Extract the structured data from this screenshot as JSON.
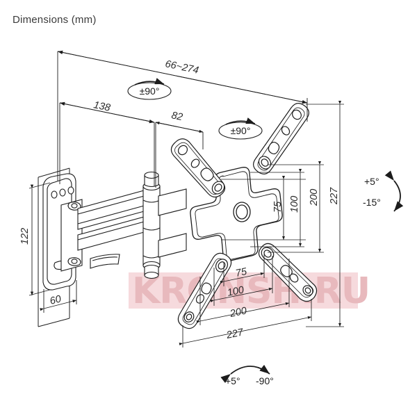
{
  "page": {
    "title": "Dimensions (mm)",
    "background_color": "#ffffff",
    "line_color": "#1c1c1c",
    "text_color": "#2b2b2b",
    "watermark_color": "#e8b9bd",
    "watermark_band_color": "#f6dadd"
  },
  "watermark": {
    "text": "KRONSH.RU"
  },
  "dimensions": {
    "extension_range": "66~274",
    "arm_segment_1": "138",
    "arm_segment_2": "82",
    "wall_plate_height": "122",
    "wall_plate_width": "60",
    "vesa_vertical_75": "75",
    "vesa_vertical_100": "100",
    "vesa_vertical_200": "200",
    "plate_height_227": "227",
    "vesa_horizontal_75": "75",
    "vesa_horizontal_100": "100",
    "vesa_horizontal_200": "200",
    "plate_width_227": "227"
  },
  "angles": {
    "swivel_base": "±90°",
    "swivel_head": "±90°",
    "tilt_up": "+5°",
    "tilt_down": "-15°",
    "rotate_pos": "+5°",
    "rotate_neg": "-90°"
  }
}
